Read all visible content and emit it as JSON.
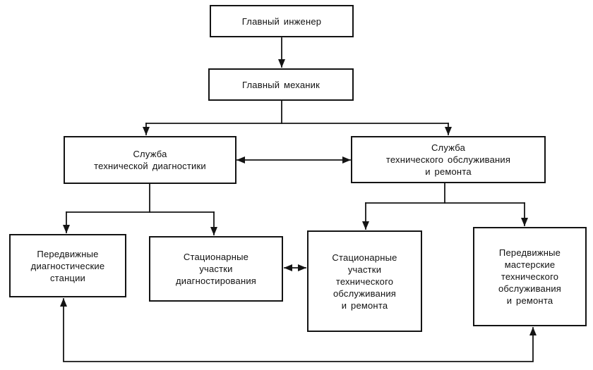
{
  "diagram": {
    "type": "org-flowchart",
    "language": "ru",
    "colors": {
      "line": "#141414",
      "box_border": "#141414",
      "background": "#ffffff",
      "text": "#111111"
    },
    "nodes": {
      "chief_engineer": {
        "label": "Главный инженер"
      },
      "chief_mechanic": {
        "label": "Главный механик"
      },
      "diagnostics_service": {
        "label": "Служба\nтехнической диагностики"
      },
      "maintenance_service": {
        "label": "Служба\nтехнического обслуживания\nи ремонта"
      },
      "mobile_diagnostic_stations": {
        "label": "Передвижные\nдиагностические\nстанции"
      },
      "stationary_diagnostic_sections": {
        "label": "Стационарные\nучастки\nдиагностирования"
      },
      "stationary_maintenance_sections": {
        "label": "Стационарные\nучастки\nтехнического\nобслуживания\nи ремонта"
      },
      "mobile_maintenance_workshops": {
        "label": "Передвижные\nмастерские\nтехнического\nобслуживания\nи ремонта"
      }
    },
    "edges": [
      {
        "from": "chief_engineer",
        "to": "chief_mechanic",
        "direction": "down"
      },
      {
        "from": "chief_mechanic",
        "to": "diagnostics_service",
        "direction": "down"
      },
      {
        "from": "chief_mechanic",
        "to": "maintenance_service",
        "direction": "down"
      },
      {
        "from": "diagnostics_service",
        "to": "maintenance_service",
        "direction": "both"
      },
      {
        "from": "diagnostics_service",
        "to": "mobile_diagnostic_stations",
        "direction": "down"
      },
      {
        "from": "diagnostics_service",
        "to": "stationary_diagnostic_sections",
        "direction": "down"
      },
      {
        "from": "stationary_diagnostic_sections",
        "to": "stationary_maintenance_sections",
        "direction": "both"
      },
      {
        "from": "maintenance_service",
        "to": "stationary_maintenance_sections",
        "direction": "down"
      },
      {
        "from": "maintenance_service",
        "to": "mobile_maintenance_workshops",
        "direction": "down"
      },
      {
        "from": "mobile_diagnostic_stations",
        "to": "mobile_maintenance_workshops",
        "direction": "both",
        "route": "bottom-loop"
      }
    ]
  }
}
